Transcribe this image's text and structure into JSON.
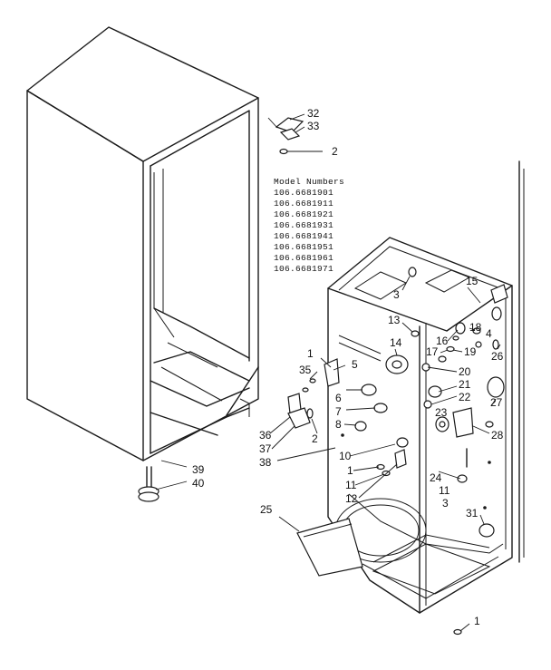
{
  "model_numbers": {
    "heading": "Model Numbers",
    "list": [
      "106.6681901",
      "106.6681911",
      "106.6681921",
      "106.6681931",
      "106.6681941",
      "106.6681951",
      "106.6681961",
      "106.6681971"
    ]
  },
  "callouts": [
    "32",
    "33",
    "2",
    "3",
    "15",
    "13",
    "16",
    "18",
    "4",
    "1",
    "14",
    "35",
    "5",
    "17",
    "19",
    "26",
    "20",
    "6",
    "21",
    "7",
    "22",
    "27",
    "23",
    "8",
    "28",
    "36",
    "37",
    "2",
    "38",
    "10",
    "1",
    "11",
    "12",
    "24",
    "11",
    "3",
    "39",
    "40",
    "25",
    "31",
    "1"
  ]
}
